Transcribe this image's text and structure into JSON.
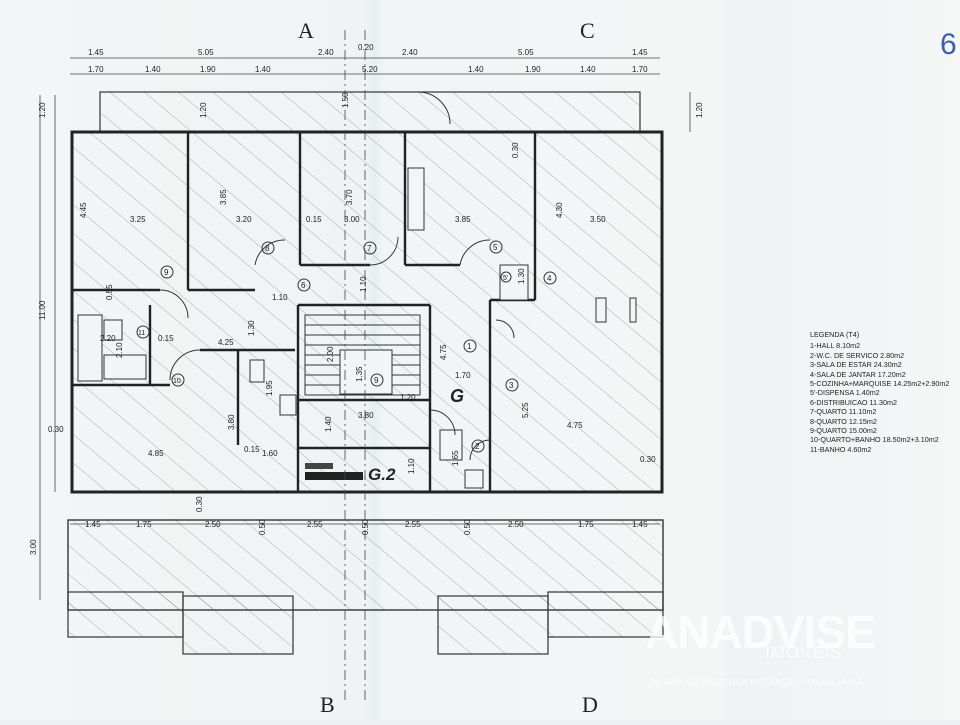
{
  "sheet": {
    "page_mark": "6",
    "grid_markers": [
      "A",
      "C",
      "B",
      "D"
    ]
  },
  "dimensions": {
    "top_row1": [
      "1.45",
      "5.05",
      "2.40",
      "0.20",
      "2.40",
      "5.05",
      "1.45"
    ],
    "top_row2": [
      "1.70",
      "1.40",
      "1.90",
      "1.40",
      "5.20",
      "1.40",
      "1.90",
      "1.40",
      "1.70"
    ],
    "left_side": [
      "1.20",
      "11.00",
      "0.30",
      "3.00"
    ],
    "right_side": [
      "1.20",
      "0.30"
    ],
    "bottom_row": [
      "1.45",
      "1.75",
      "2.50",
      "0.50",
      "2.55",
      "0.50",
      "2.55",
      "0.50",
      "2.50",
      "1.75",
      "1.45"
    ],
    "interior": [
      "1.20",
      "1.50",
      "4.45",
      "3.25",
      "3.85",
      "3.20",
      "0.15",
      "3.70",
      "3.00",
      "3.85",
      "0.30",
      "4.30",
      "3.50",
      "1.10",
      "1.10",
      "0.55",
      "2.10",
      "2.20",
      "0.15",
      "4.25",
      "1.30",
      "2.00",
      "1.35",
      "1.95",
      "3.80",
      "1.40",
      "3.80",
      "1.20",
      "1.70",
      "4.75",
      "5.25",
      "4.75",
      "0.15",
      "1.60",
      "4.85",
      "1.65",
      "1.10",
      "0.30",
      "1.30"
    ]
  },
  "rooms": [
    "1",
    "2",
    "3",
    "4",
    "5",
    "5'",
    "6",
    "7",
    "8",
    "9",
    "9",
    "10",
    "11"
  ],
  "annotations": [
    "G",
    "G.2"
  ],
  "legend": {
    "title": "LEGENDA (T4)",
    "items": [
      "1-HALL 8.10m2",
      "2-W.C. DE SERVICO 2.80m2",
      "3-SALA DE ESTAR 24.30m2",
      "4-SALA DE JANTAR 17.20m2",
      "5-COZINHA+MARQUISE 14.25m2+2.90m2",
      "5'-DISPENSA 1.40m2",
      "6-DISTRIBUICAO 11.30m2",
      "7-QUARTO 11.10m2",
      "8-QUARTO 12.15m2",
      "9-QUARTO 15.00m2",
      "10-QUARTO+BANHO 18.50m2+3.10m2",
      "11-BANHO 4.60m2"
    ]
  },
  "watermark": {
    "logo": "ANA",
    "brand": "DVISE",
    "sub": "IMÓVEIS",
    "line": "By ANA SILVA SOUSA MEDIAÇÃO IMOBILIÁRIA"
  }
}
